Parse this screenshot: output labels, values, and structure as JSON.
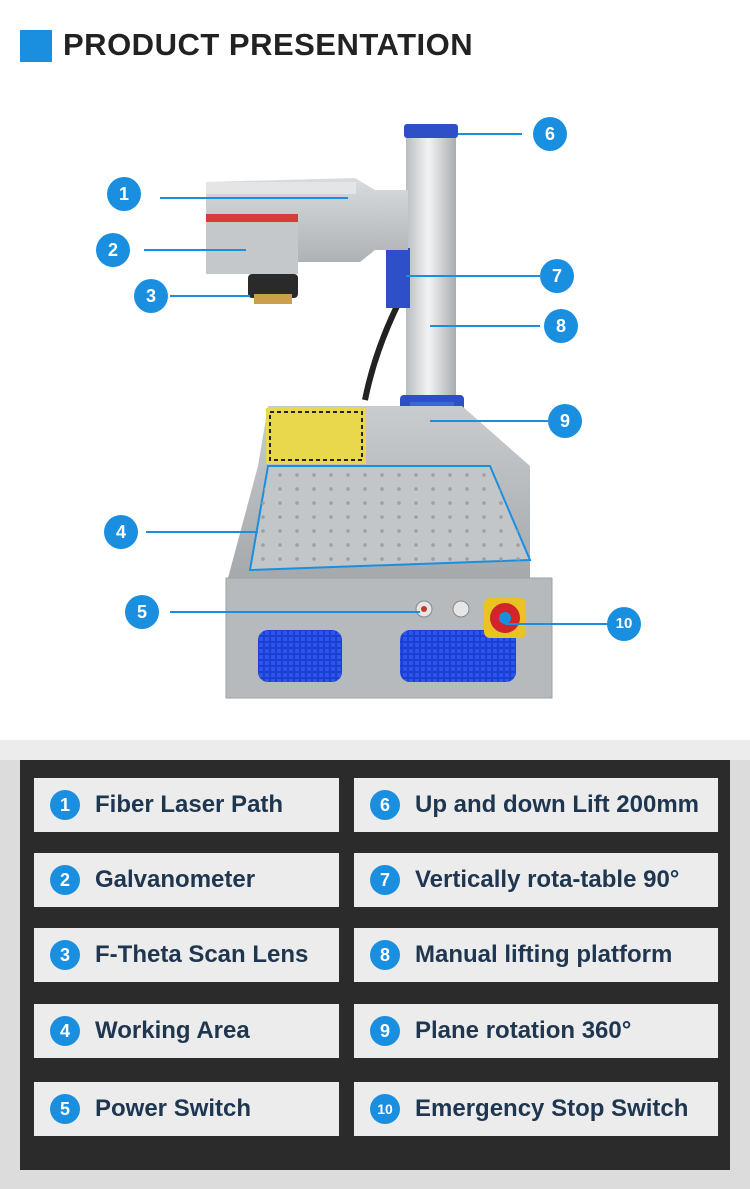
{
  "header": {
    "title": "PRODUCT PRESENTATION"
  },
  "callouts": [
    "1",
    "2",
    "3",
    "4",
    "5",
    "6",
    "7",
    "8",
    "9",
    "10"
  ],
  "legend": {
    "left": [
      {
        "num": "1",
        "label": "Fiber Laser Path"
      },
      {
        "num": "2",
        "label": "Galvanometer"
      },
      {
        "num": "3",
        "label": "F-Theta Scan Lens"
      },
      {
        "num": "4",
        "label": "Working Area"
      },
      {
        "num": "5",
        "label": "Power Switch"
      }
    ],
    "right": [
      {
        "num": "6",
        "label": "Up and down Lift 200mm"
      },
      {
        "num": "7",
        "label": "Vertically rota-table 90°"
      },
      {
        "num": "8",
        "label": "Manual lifting platform"
      },
      {
        "num": "9",
        "label": "Plane rotation 360°"
      },
      {
        "num": "10",
        "label": "Emergency Stop Switch"
      }
    ]
  },
  "colors": {
    "accent": "#1a8fe0",
    "legend_bg": "#2b2b2b",
    "item_bg": "#ececec",
    "item_text": "#1f3650"
  }
}
